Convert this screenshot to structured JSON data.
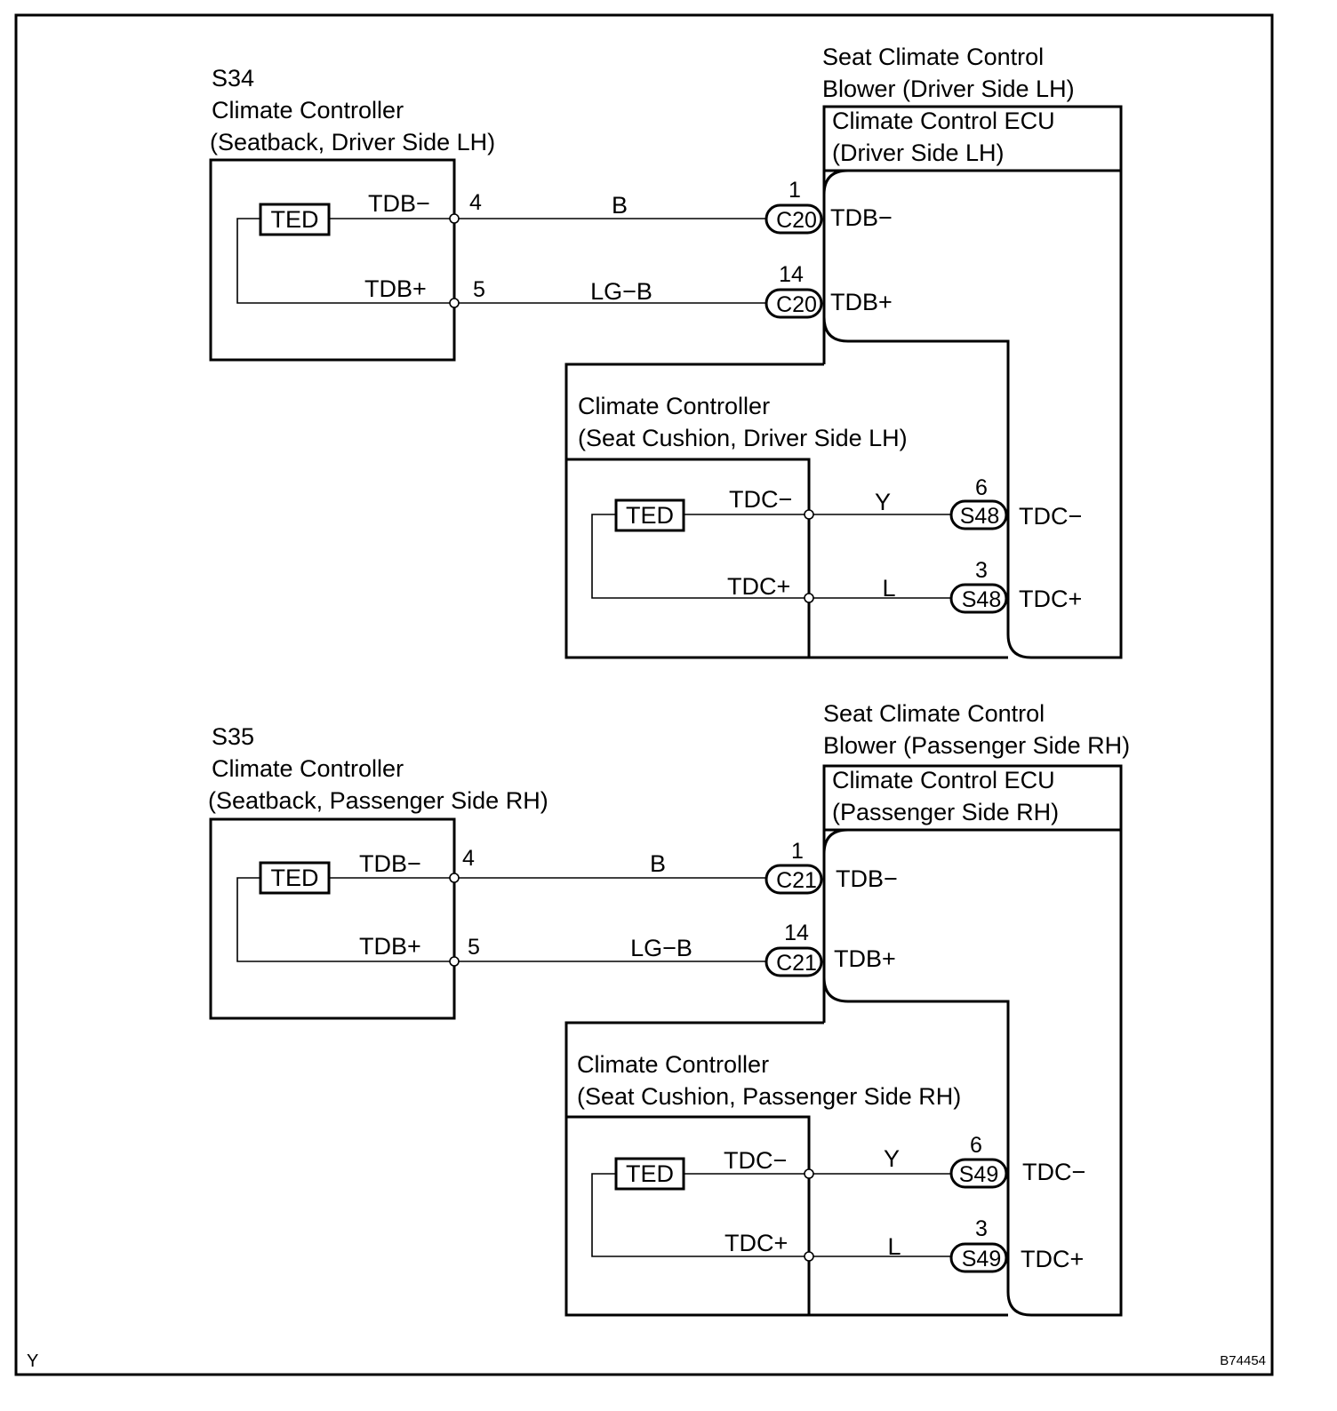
{
  "footer": {
    "left_code": "Y",
    "figure_id": "B74454"
  },
  "driver": {
    "seatback": {
      "connector_id": "S34",
      "title": "Climate Controller",
      "subtitle": "(Seatback, Driver Side LH)",
      "element": "TED",
      "term_neg": "TDB−",
      "term_pos": "TDB+",
      "pin_neg": "4",
      "pin_pos": "5"
    },
    "blower": {
      "title1": "Seat Climate Control",
      "title2": "Blower (Driver Side LH)"
    },
    "ecu": {
      "title1": "Climate Control ECU",
      "title2": "(Driver Side LH)"
    },
    "wire_neg": "B",
    "wire_pos": "LG−B",
    "ecu_conn_neg": {
      "pin": "1",
      "id": "C20",
      "term": "TDB−"
    },
    "ecu_conn_pos": {
      "pin": "14",
      "id": "C20",
      "term": "TDB+"
    },
    "cushion": {
      "title": "Climate Controller",
      "subtitle": "(Seat Cushion, Driver Side LH)",
      "element": "TED",
      "term_neg": "TDC−",
      "term_pos": "TDC+",
      "wire_neg": "Y",
      "wire_pos": "L",
      "conn_neg": {
        "pin": "6",
        "id": "S48",
        "term": "TDC−"
      },
      "conn_pos": {
        "pin": "3",
        "id": "S48",
        "term": "TDC+"
      }
    }
  },
  "passenger": {
    "seatback": {
      "connector_id": "S35",
      "title": "Climate Controller",
      "subtitle": "(Seatback, Passenger Side RH)",
      "element": "TED",
      "term_neg": "TDB−",
      "term_pos": "TDB+",
      "pin_neg": "4",
      "pin_pos": "5"
    },
    "blower": {
      "title1": "Seat Climate Control",
      "title2": "Blower (Passenger Side RH)"
    },
    "ecu": {
      "title1": "Climate Control ECU",
      "title2": "(Passenger Side RH)"
    },
    "wire_neg": "B",
    "wire_pos": "LG−B",
    "ecu_conn_neg": {
      "pin": "1",
      "id": "C21",
      "term": "TDB−"
    },
    "ecu_conn_pos": {
      "pin": "14",
      "id": "C21",
      "term": "TDB+"
    },
    "cushion": {
      "title": "Climate Controller",
      "subtitle": "(Seat Cushion, Passenger Side RH)",
      "element": "TED",
      "term_neg": "TDC−",
      "term_pos": "TDC+",
      "wire_neg": "Y",
      "wire_pos": "L",
      "conn_neg": {
        "pin": "6",
        "id": "S49",
        "term": "TDC−"
      },
      "conn_pos": {
        "pin": "3",
        "id": "S49",
        "term": "TDC+"
      }
    }
  }
}
